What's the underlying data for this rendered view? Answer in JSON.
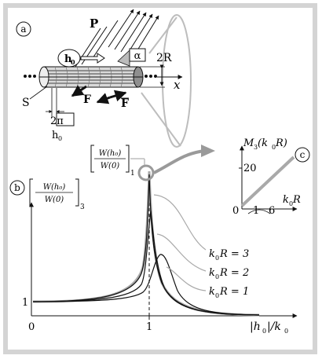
{
  "panel_labels": {
    "a": "a",
    "b": "b",
    "c": "c"
  },
  "diagram_a": {
    "P": "P",
    "h0_base": "h",
    "h0_sub": "0",
    "alpha": "α",
    "R_label": "2R",
    "x_label": "x",
    "S": "S",
    "F": "F",
    "F_bar": "F",
    "two_pi": "2π",
    "h0_bottom_base": "h",
    "h0_bottom_sub": "0"
  },
  "graph_b": {
    "ylabel_num": "W(h₀)",
    "ylabel_den": "W(0)",
    "ylabel_sub": "3",
    "top_label_num": "W(h₀)",
    "top_label_den": "W(0)",
    "top_label_sub": "1",
    "tick_y_1": "1",
    "tick_x_0": "0",
    "tick_x_1": "1",
    "xlabel_main": "|h",
    "xlabel_sub0": "0",
    "xlabel_rest": "|/k",
    "xlabel_sub1": "0",
    "curve_labels": [
      {
        "k": "k",
        "sub": "0",
        "rest": "R = 3"
      },
      {
        "k": "k",
        "sub": "0",
        "rest": "R = 2"
      },
      {
        "k": "k",
        "sub": "0",
        "rest": "R = 1"
      }
    ]
  },
  "inset_c": {
    "ylabel": "M",
    "ylabel_sub": "3",
    "ylabel_rest": "(k",
    "ylabel_sub2": "0",
    "ylabel_end": "R)",
    "ytick": "20",
    "origin": "0",
    "xtick1": "1",
    "xtick2": "6",
    "xlabel": "k",
    "xlabel_sub": "0",
    "xlabel_end": "R"
  },
  "colors": {
    "frame": "#d4d4d4",
    "curve_gray": "#a9a9a9",
    "highlight": "#9a9a9a",
    "ink": "#111111"
  }
}
